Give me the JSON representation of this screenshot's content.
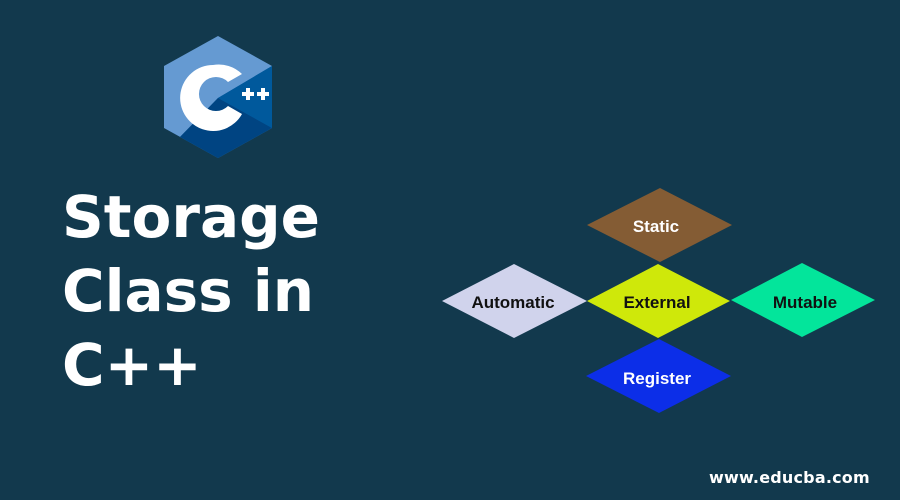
{
  "logo": {
    "icon": "cpp-logo-icon",
    "glyph": "C",
    "suffix": "++",
    "colors": {
      "hex_light": "#659ad2",
      "hex_dark": "#00599c",
      "hex_darkest": "#004482",
      "glyph": "#ffffff"
    }
  },
  "title": {
    "lines": [
      "Storage",
      "Class in",
      "C++"
    ]
  },
  "diagram": {
    "nodes": [
      {
        "label": "Static",
        "color": "#845c34",
        "text_color": "#ffffff"
      },
      {
        "label": "Automatic",
        "color": "#d0d3ec",
        "text_color": "#111111"
      },
      {
        "label": "External",
        "color": "#cfe80a",
        "text_color": "#111111"
      },
      {
        "label": "Mutable",
        "color": "#03e59b",
        "text_color": "#111111"
      },
      {
        "label": "Register",
        "color": "#0c2ee8",
        "text_color": "#ffffff"
      }
    ]
  },
  "watermark": "www.educba.com",
  "colors": {
    "background": "#12394d"
  }
}
